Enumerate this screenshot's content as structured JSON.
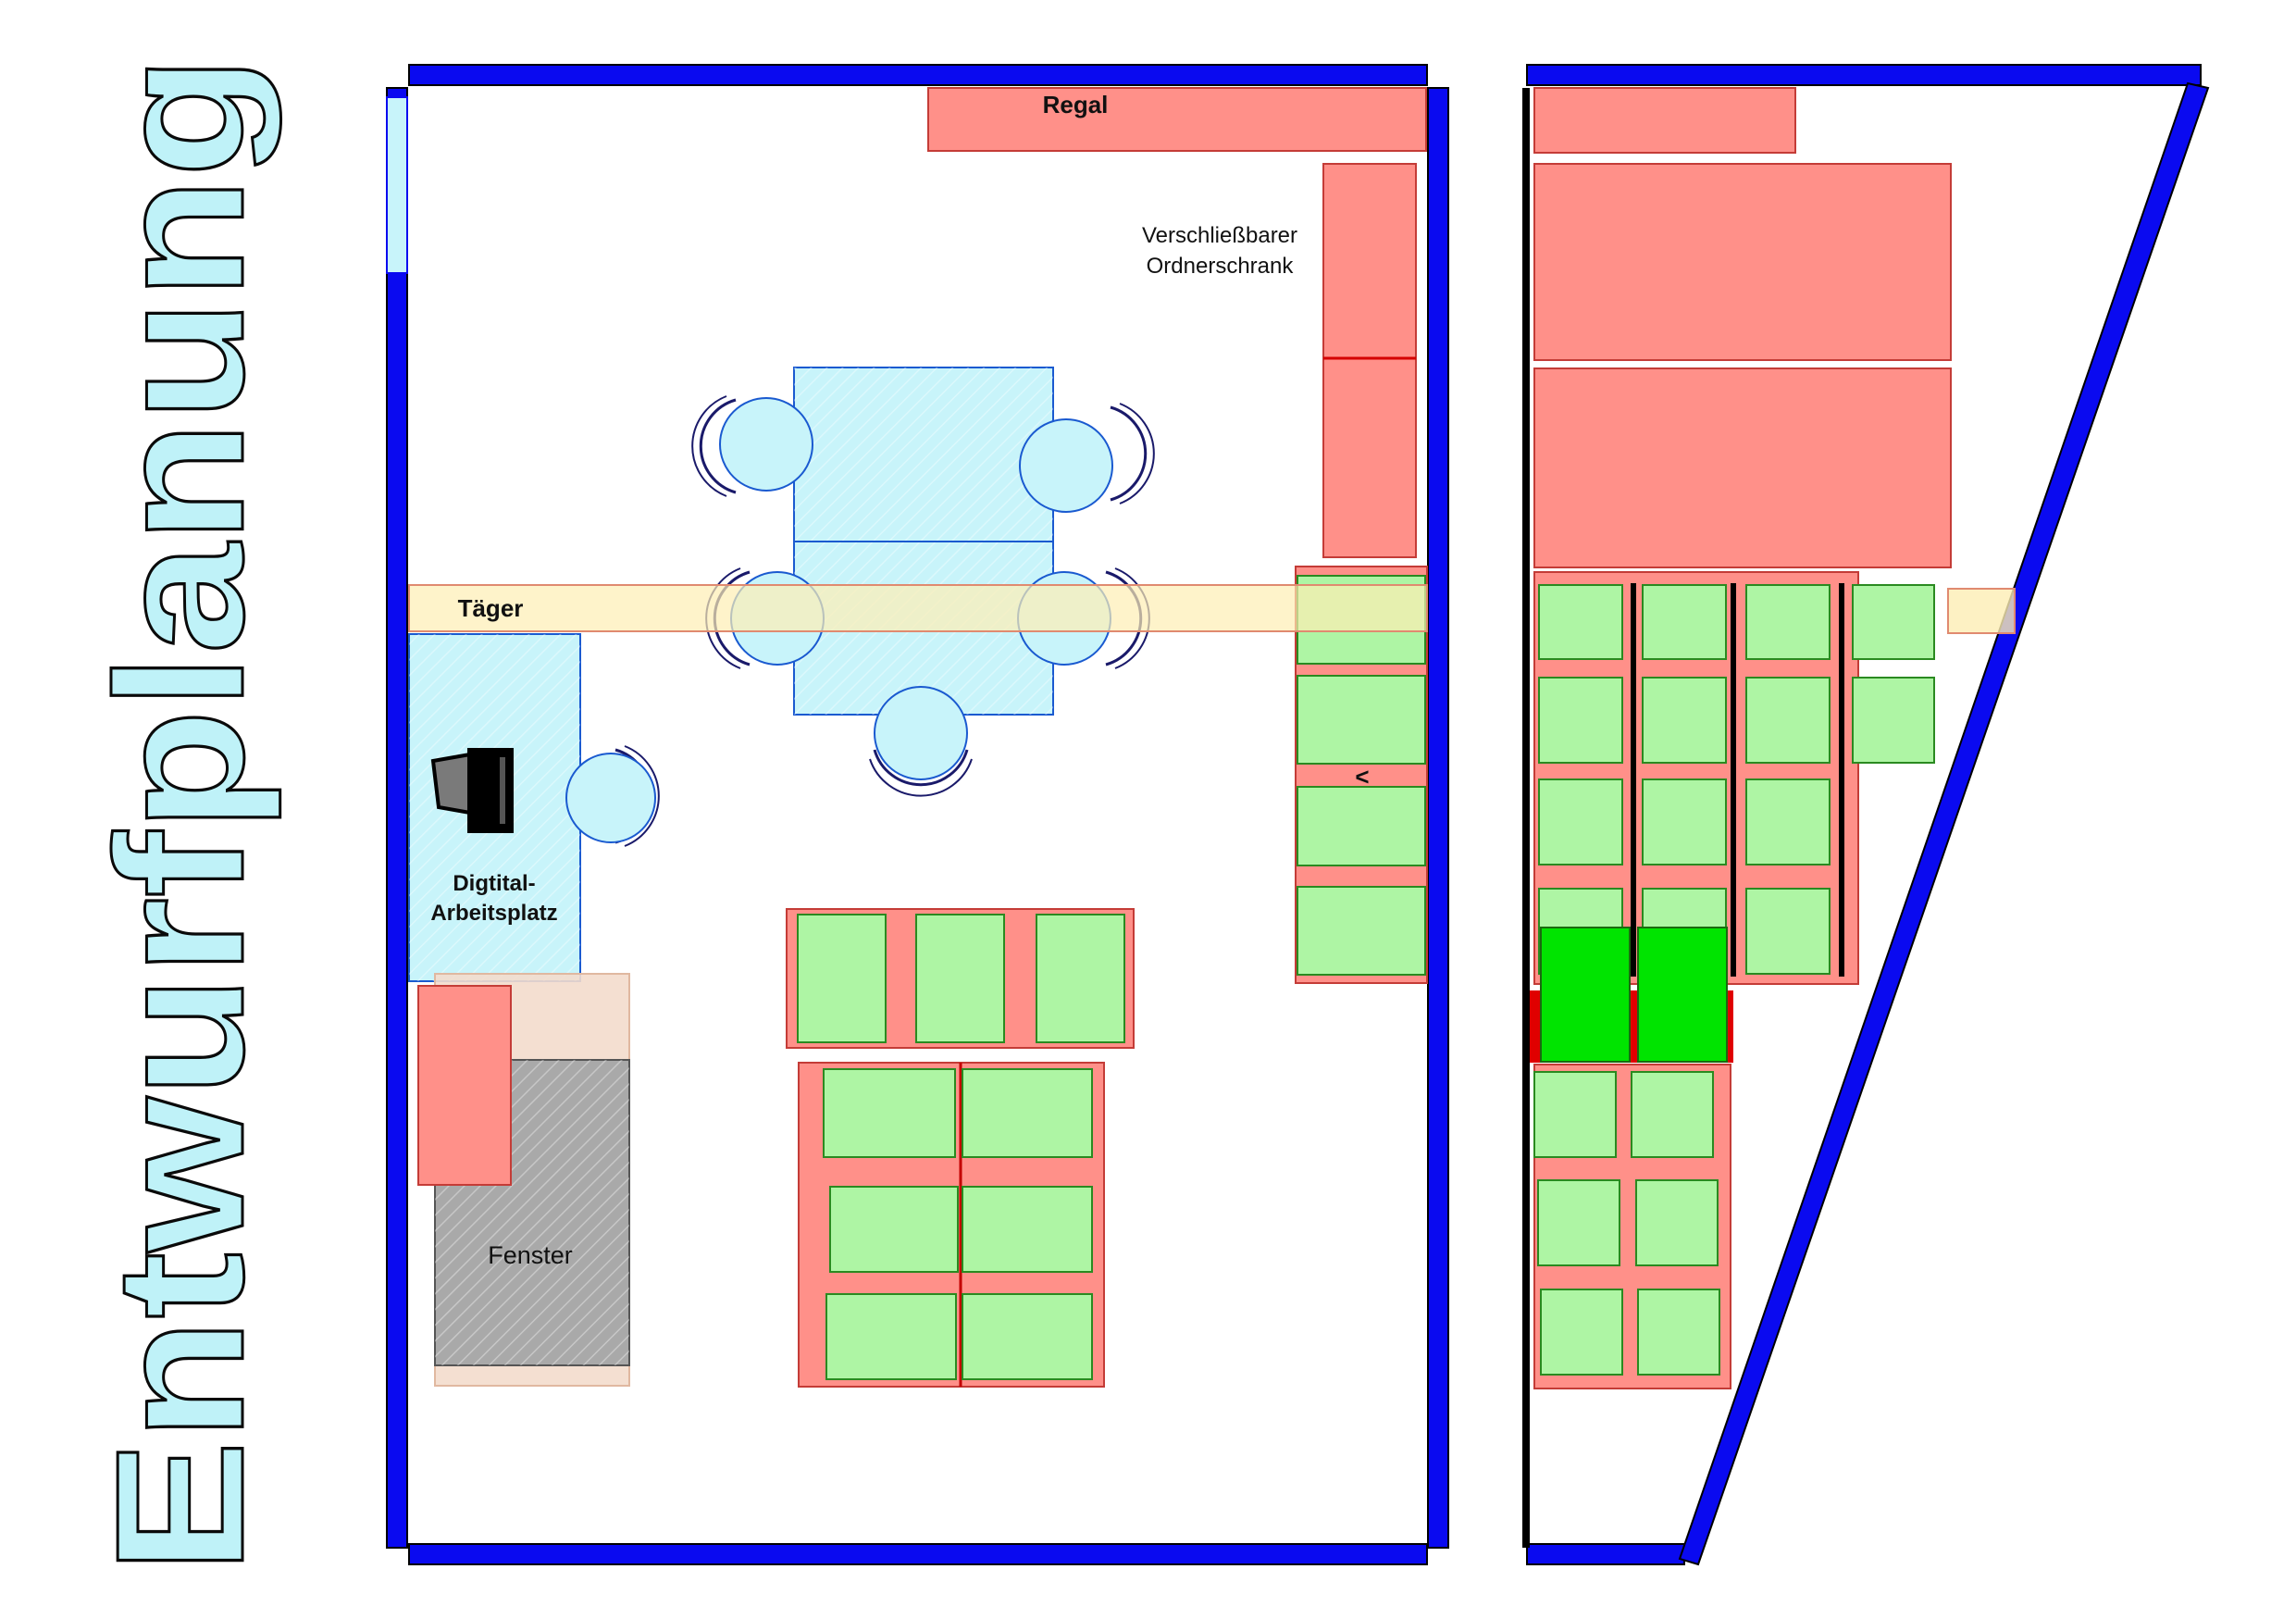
{
  "page": {
    "title": "Entwurfplanung"
  },
  "labels": {
    "regal": "Regal",
    "cabinet_line1": "Verschließbarer",
    "cabinet_line2": "Ordnerschrank",
    "beam": "Täger",
    "workstation_line1": "Digtital-",
    "workstation_line2": "Arbeitsplatz",
    "window": "Fenster",
    "marker": "<"
  },
  "colors": {
    "wall": "#0a0af0",
    "furniture": "#ff9089",
    "furniture_stroke": "#c43c37",
    "plant_box": "#aef5a4",
    "plant_box_stroke": "#2a8a20",
    "plant_box_highlight": "#00e400",
    "table": "#c8f4fa",
    "table_stroke": "#1a5ad0",
    "beam": "#fdeeb4",
    "window": "#a9a9a9",
    "title": "#bff2f8"
  },
  "icons": {
    "workstation": "computer-workstation-icon"
  }
}
